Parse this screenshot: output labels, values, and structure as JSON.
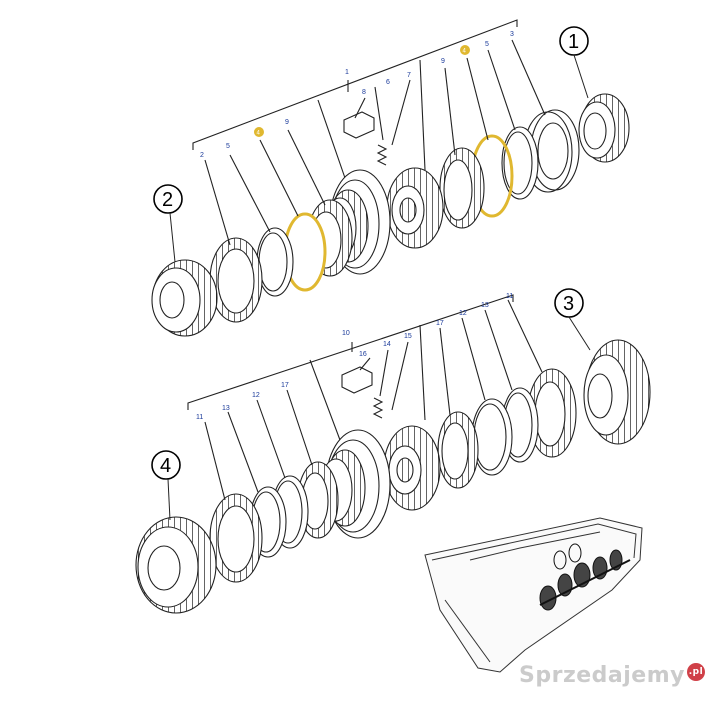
{
  "assembly1": {
    "circled": "1",
    "circled_left": "2",
    "labels": [
      "1",
      "2",
      "3",
      "5",
      "5",
      "6",
      "7",
      "8",
      "9",
      "9"
    ],
    "highlight_markers": [
      "4",
      "4"
    ]
  },
  "assembly2": {
    "circled": "3",
    "circled_left": "4",
    "labels": [
      "10",
      "11",
      "11",
      "12",
      "12",
      "13",
      "13",
      "14",
      "15",
      "16",
      "17",
      "17"
    ]
  },
  "watermark": {
    "text": "Sprzedajemy",
    "suffix": ".pl"
  },
  "colors": {
    "line": "#222222",
    "label": "#1a3a9a",
    "highlight": "#e0b830",
    "background": "#ffffff"
  }
}
